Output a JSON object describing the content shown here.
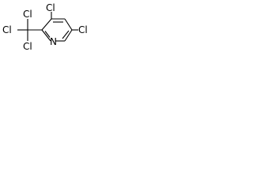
{
  "molecule": {
    "atoms": {
      "cl_a": "Cl",
      "cl_b": "Cl",
      "cl_c": "Cl",
      "cl_ring_top": "Cl",
      "cl_ring_right": "Cl",
      "n_ring": "N"
    },
    "colors": {
      "bond": "#000000",
      "label": "#000000",
      "background": "#ffffff"
    }
  }
}
